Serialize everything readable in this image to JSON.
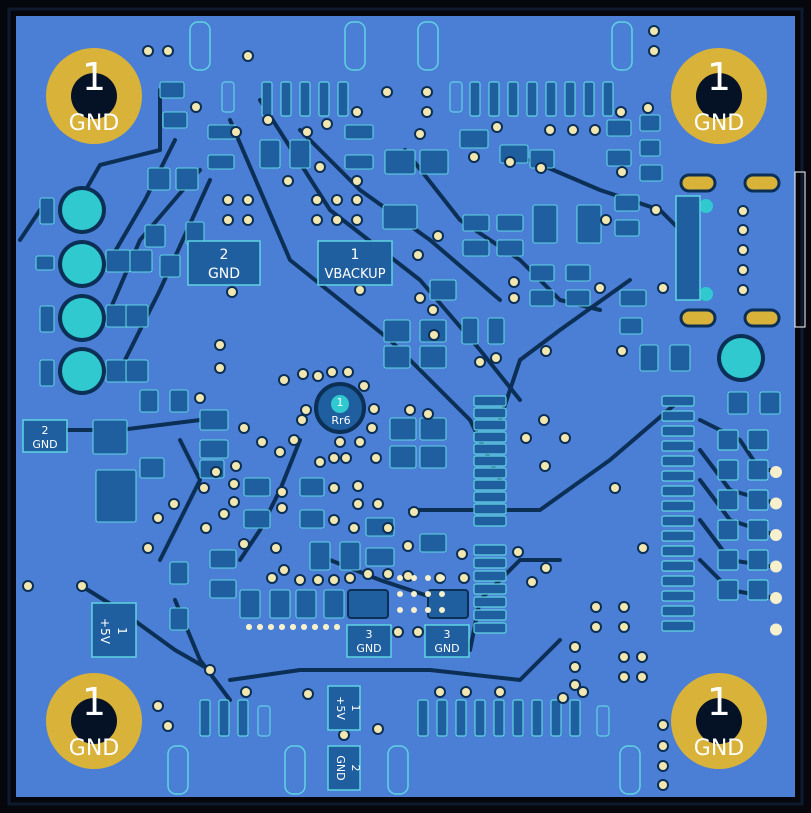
{
  "colors": {
    "background": "#05070d",
    "edge": "#0e1a2e",
    "copper": "#4b7fd6",
    "copper_line": "#0b2f55",
    "pad": "#1f5f9f",
    "pad_outline": "#5fd3e0",
    "gold": "#d9b23a",
    "drill": "#051226",
    "via": "#f2e7b0",
    "via_hole": "#f7f0cc",
    "teal": "#2fc9cf",
    "text_light": "#ffffff",
    "text_dark": "#0c1220"
  },
  "mounting_holes": [
    {
      "number": "1",
      "net": "GND"
    },
    {
      "number": "1",
      "net": "GND"
    },
    {
      "number": "1",
      "net": "GND"
    },
    {
      "number": "1",
      "net": "GND"
    }
  ],
  "pad_labels": {
    "gnd_left_top": {
      "number": "2",
      "net": "GND"
    },
    "vbackup": {
      "number": "1",
      "net": "VBACKUP"
    },
    "gnd_left_mid": {
      "number": "2",
      "net": "GND"
    },
    "p5v_left": {
      "number": "1",
      "net": "+5V"
    },
    "gnd_bottom_a": {
      "number": "3",
      "net": "GND"
    },
    "gnd_bottom_b": {
      "number": "3",
      "net": "GND"
    },
    "p5v_bottom": {
      "number": "1",
      "net": "+5V"
    },
    "gnd_bottom_c": {
      "number": "2",
      "net": "GND"
    }
  },
  "ref_labels": {
    "center": "Rr6"
  }
}
